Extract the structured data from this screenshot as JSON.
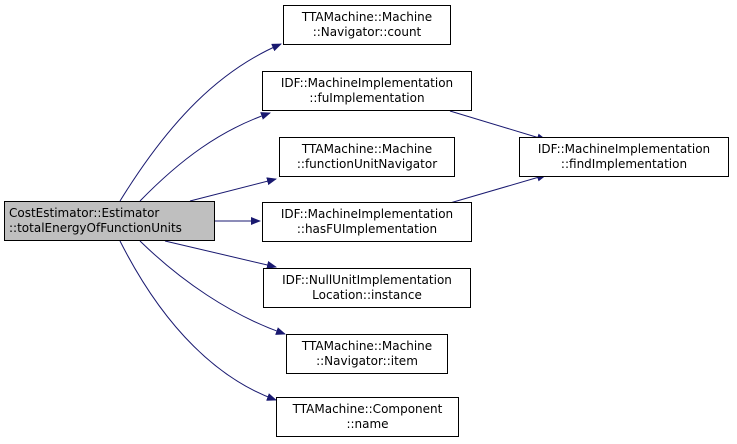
{
  "colors": {
    "edge": "#191970",
    "node_border": "#000000",
    "node_fill": "#ffffff",
    "root_fill": "#bfbfbf"
  },
  "nodes": {
    "root": {
      "line1": "CostEstimator::Estimator",
      "line2": "::totalEnergyOfFunctionUnits"
    },
    "navigator_count": {
      "line1": "TTAMachine::Machine",
      "line2": "::Navigator::count"
    },
    "fu_implementation": {
      "line1": "IDF::MachineImplementation",
      "line2": "::fuImplementation"
    },
    "function_unit_navigator": {
      "line1": "TTAMachine::Machine",
      "line2": "::functionUnitNavigator"
    },
    "has_fu_implementation": {
      "line1": "IDF::MachineImplementation",
      "line2": "::hasFUImplementation"
    },
    "null_unit_instance": {
      "line1": "IDF::NullUnitImplementation",
      "line2": "Location::instance"
    },
    "navigator_item": {
      "line1": "TTAMachine::Machine",
      "line2": "::Navigator::item"
    },
    "component_name": {
      "line1": "TTAMachine::Component",
      "line2": "::name"
    },
    "find_implementation": {
      "line1": "IDF::MachineImplementation",
      "line2": "::findImplementation"
    }
  }
}
